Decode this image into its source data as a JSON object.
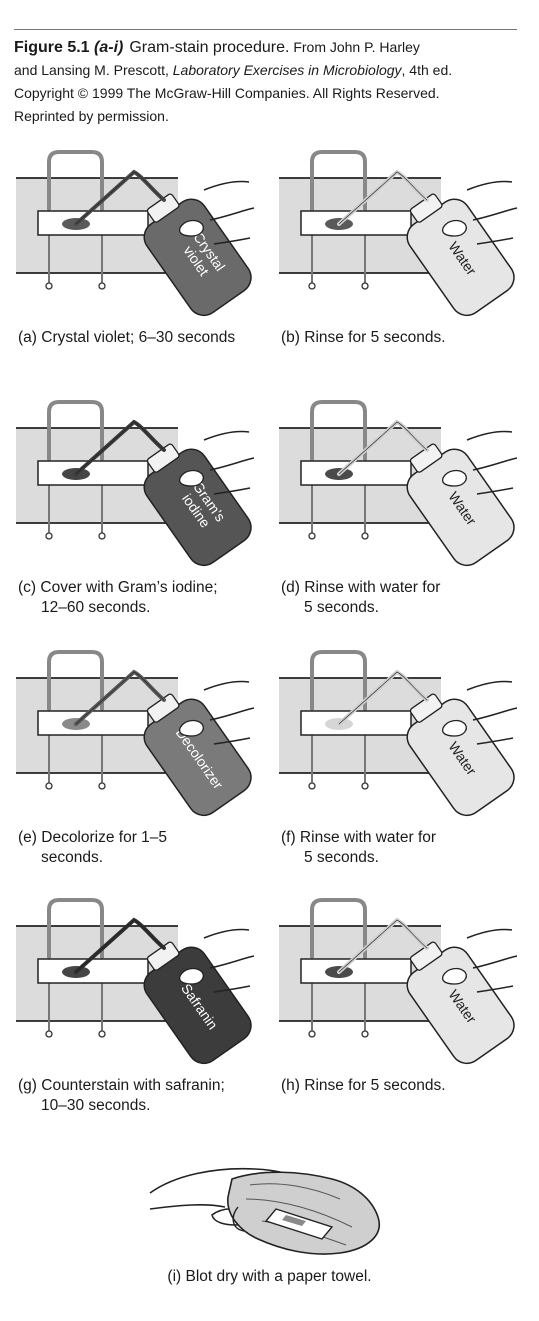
{
  "caption": {
    "figure_label": "Figure 5.1",
    "figure_parts": "(a-i)",
    "title": "Gram-stain procedure.",
    "credit_line1": "From John P. Harley",
    "credit_line2_prefix": "and Lansing M. Prescott,",
    "credit_book": "Laboratory Exercises in Microbiology",
    "credit_line2_suffix": ", 4th ed.",
    "credit_line3": "Copyright © 1999 The McGraw-Hill Companies. All Rights Reserved.",
    "credit_line4": "Reprinted by permission."
  },
  "panels": [
    {
      "id": "a",
      "label_line1": "(a) Crystal violet; 6–30 seconds",
      "label_line2": "",
      "bottle_text": [
        "Crystal",
        "violet"
      ],
      "bottle_color": "#6a6a6a",
      "stain_color": "#5a5a5a",
      "spout_color": "#4a4a4a"
    },
    {
      "id": "b",
      "label_line1": "(b) Rinse for 5 seconds.",
      "label_line2": "",
      "bottle_text": [
        "Water"
      ],
      "bottle_color": "#e6e6e6",
      "stain_color": "#5a5a5a",
      "spout_color": "#cfcfcf"
    },
    {
      "id": "c",
      "label_line1": "(c) Cover with Gram’s iodine;",
      "label_line2": "12–60 seconds.",
      "bottle_text": [
        "Gram’s",
        "iodine"
      ],
      "bottle_color": "#555555",
      "stain_color": "#454545",
      "spout_color": "#3a3a3a"
    },
    {
      "id": "d",
      "label_line1": "(d) Rinse with water for",
      "label_line2": "5 seconds.",
      "bottle_text": [
        "Water"
      ],
      "bottle_color": "#e6e6e6",
      "stain_color": "#4a4a4a",
      "spout_color": "#cfcfcf"
    },
    {
      "id": "e",
      "label_line1": "(e) Decolorize for 1–5",
      "label_line2": "seconds.",
      "bottle_text": [
        "Decolorizer"
      ],
      "bottle_color": "#7a7a7a",
      "stain_color": "#8a8a8a",
      "spout_color": "#5a5a5a"
    },
    {
      "id": "f",
      "label_line1": "(f) Rinse with water for",
      "label_line2": "5 seconds.",
      "bottle_text": [
        "Water"
      ],
      "bottle_color": "#e6e6e6",
      "stain_color": "#d6d6d6",
      "spout_color": "#cfcfcf"
    },
    {
      "id": "g",
      "label_line1": "(g) Counterstain with safranin;",
      "label_line2": "10–30 seconds.",
      "bottle_text": [
        "Safranin"
      ],
      "bottle_color": "#3c3c3c",
      "stain_color": "#454545",
      "spout_color": "#2e2e2e"
    },
    {
      "id": "h",
      "label_line1": "(h) Rinse for 5 seconds.",
      "label_line2": "",
      "bottle_text": [
        "Water"
      ],
      "bottle_color": "#e6e6e6",
      "stain_color": "#4a4a4a",
      "spout_color": "#cfcfcf"
    }
  ],
  "final_step": {
    "id": "i",
    "label": "(i) Blot dry with a paper towel."
  }
}
